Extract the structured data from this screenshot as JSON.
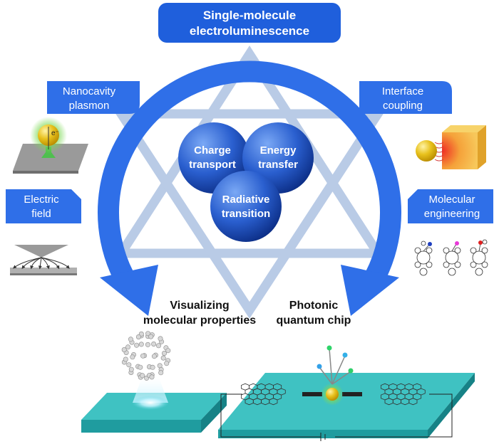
{
  "title": {
    "line1": "Single-molecule",
    "line2": "electroluminescence"
  },
  "side_labels": {
    "nanocavity": {
      "line1": "Nanocavity",
      "line2": "plasmon"
    },
    "interface": {
      "line1": "Interface",
      "line2": "coupling"
    },
    "electric": {
      "line1": "Electric",
      "line2": "field"
    },
    "molecular": {
      "line1": "Molecular",
      "line2": "engineering"
    }
  },
  "spheres": {
    "charge": {
      "line1": "Charge",
      "line2": "transport"
    },
    "energy": {
      "line1": "Energy",
      "line2": "transfer"
    },
    "radiative": {
      "line1": "Radiative",
      "line2": "transition"
    }
  },
  "applications": {
    "visualizing": {
      "line1": "Visualizing",
      "line2": "molecular properties"
    },
    "photonic": {
      "line1": "Photonic",
      "line2": "quantum chip"
    }
  },
  "electron_label": "e⁻",
  "colors": {
    "arc_blue": "#2f6fe8",
    "label_blue": "#1f5fdc",
    "star_blue": "#b9cbe6",
    "sphere_dark": "#0f3a9e",
    "sphere_light": "#5a90ee",
    "slab_top": "#3fc2c2",
    "slab_side": "#1f9c9f",
    "gold": "#e8c11c",
    "green_glow": "#7ed957",
    "red_heat": "#ef2d24"
  },
  "icons": {
    "tip_icon": "stm-tip-sphere-icon",
    "field_icon": "electric-field-lines-icon",
    "cube_icon": "gold-sphere-cube-icon",
    "molecule_icon": "porphyrin-molecule-icon",
    "fullerene_icon": "fullerene-icon",
    "chip_icon": "graphene-nanoribbon-chip-icon"
  }
}
